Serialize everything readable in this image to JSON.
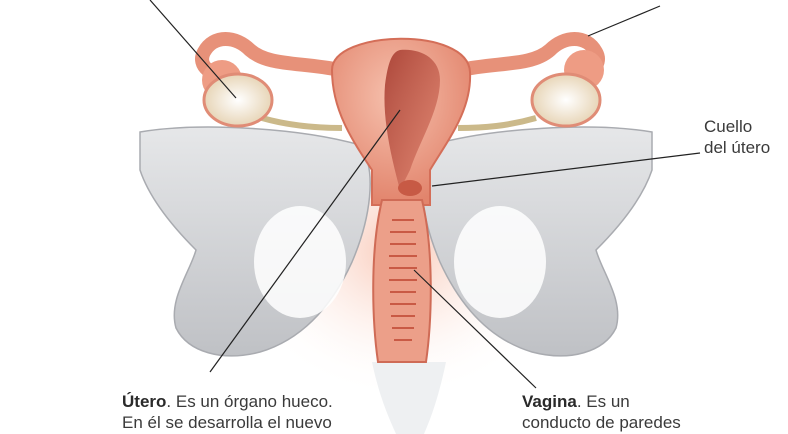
{
  "labels": {
    "cuello": {
      "line1": "Cuello",
      "line2": "del útero"
    },
    "utero": {
      "term": "Útero",
      "line1_rest": ". Es un órgano hueco.",
      "line2": "En él se desarrolla el nuevo"
    },
    "vagina": {
      "term": "Vagina",
      "line1_rest": ". Es un",
      "line2": "conducto de paredes"
    }
  },
  "colors": {
    "bone": "#d9dadc",
    "bone_shadow": "#b7b9bd",
    "uterus": "#eb9a83",
    "uterus_dark": "#c0513f",
    "ovary": "#f4ead8",
    "ligament": "#cbb98a",
    "glow": "#f8c4b0",
    "leader": "#222222"
  }
}
